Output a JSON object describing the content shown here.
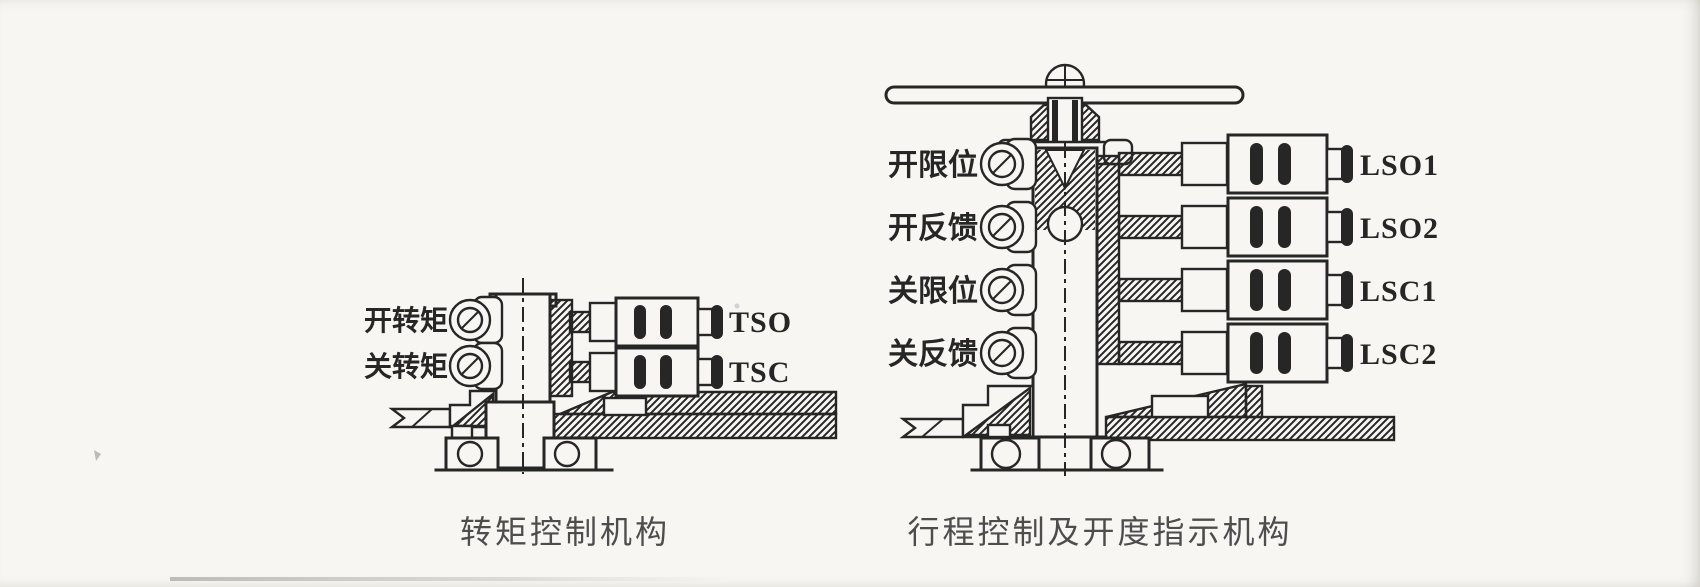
{
  "page": {
    "colors": {
      "paper": "#f7f6f2",
      "ink": "#262626",
      "cap": "#4d4d4d"
    }
  },
  "figures": {
    "torque": {
      "caption": "转矩控制机构",
      "adjusters": [
        {
          "label": "开转矩"
        },
        {
          "label": "关转矩"
        }
      ],
      "switches": [
        {
          "label": "TSO"
        },
        {
          "label": "TSC"
        }
      ]
    },
    "travel": {
      "caption": "行程控制及开度指示机构",
      "adjusters": [
        {
          "label": "开限位"
        },
        {
          "label": "开反馈"
        },
        {
          "label": "关限位"
        },
        {
          "label": "关反馈"
        }
      ],
      "switches": [
        {
          "label": "LSO1"
        },
        {
          "label": "LSO2"
        },
        {
          "label": "LSC1"
        },
        {
          "label": "LSC2"
        }
      ]
    }
  }
}
